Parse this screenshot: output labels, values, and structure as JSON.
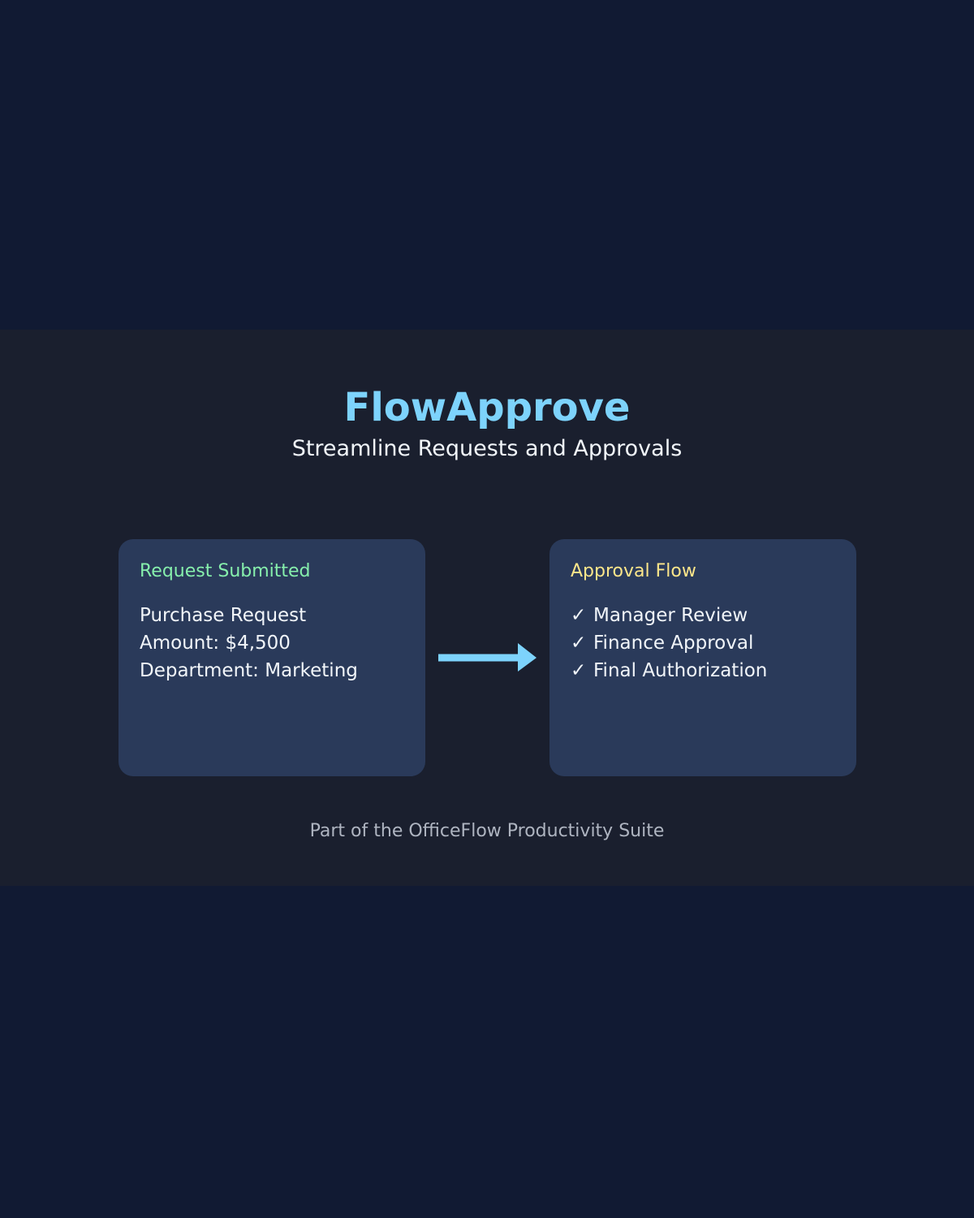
{
  "app": {
    "title": "FlowApprove",
    "subtitle": "Streamline Requests and Approvals",
    "footer": "Part of the OfficeFlow Productivity Suite"
  },
  "request_card": {
    "heading": "Request Submitted",
    "type": "Purchase Request",
    "amount": "Amount: $4,500",
    "department": "Department: Marketing"
  },
  "approval_card": {
    "heading": "Approval Flow",
    "steps": [
      "Manager Review",
      "Finance Approval",
      "Final Authorization"
    ]
  },
  "icons": {
    "check": "checkmark-icon",
    "arrow": "arrow-right-icon"
  },
  "colors": {
    "page_background": "#111a33",
    "band_background": "#1a1f2e",
    "card_background": "#2a3a5a",
    "accent_blue": "#7dd3fc",
    "request_heading": "#86efac",
    "approval_heading": "#fde68a",
    "text": "#f1f5f9",
    "muted_text": "#aeb4c0"
  }
}
